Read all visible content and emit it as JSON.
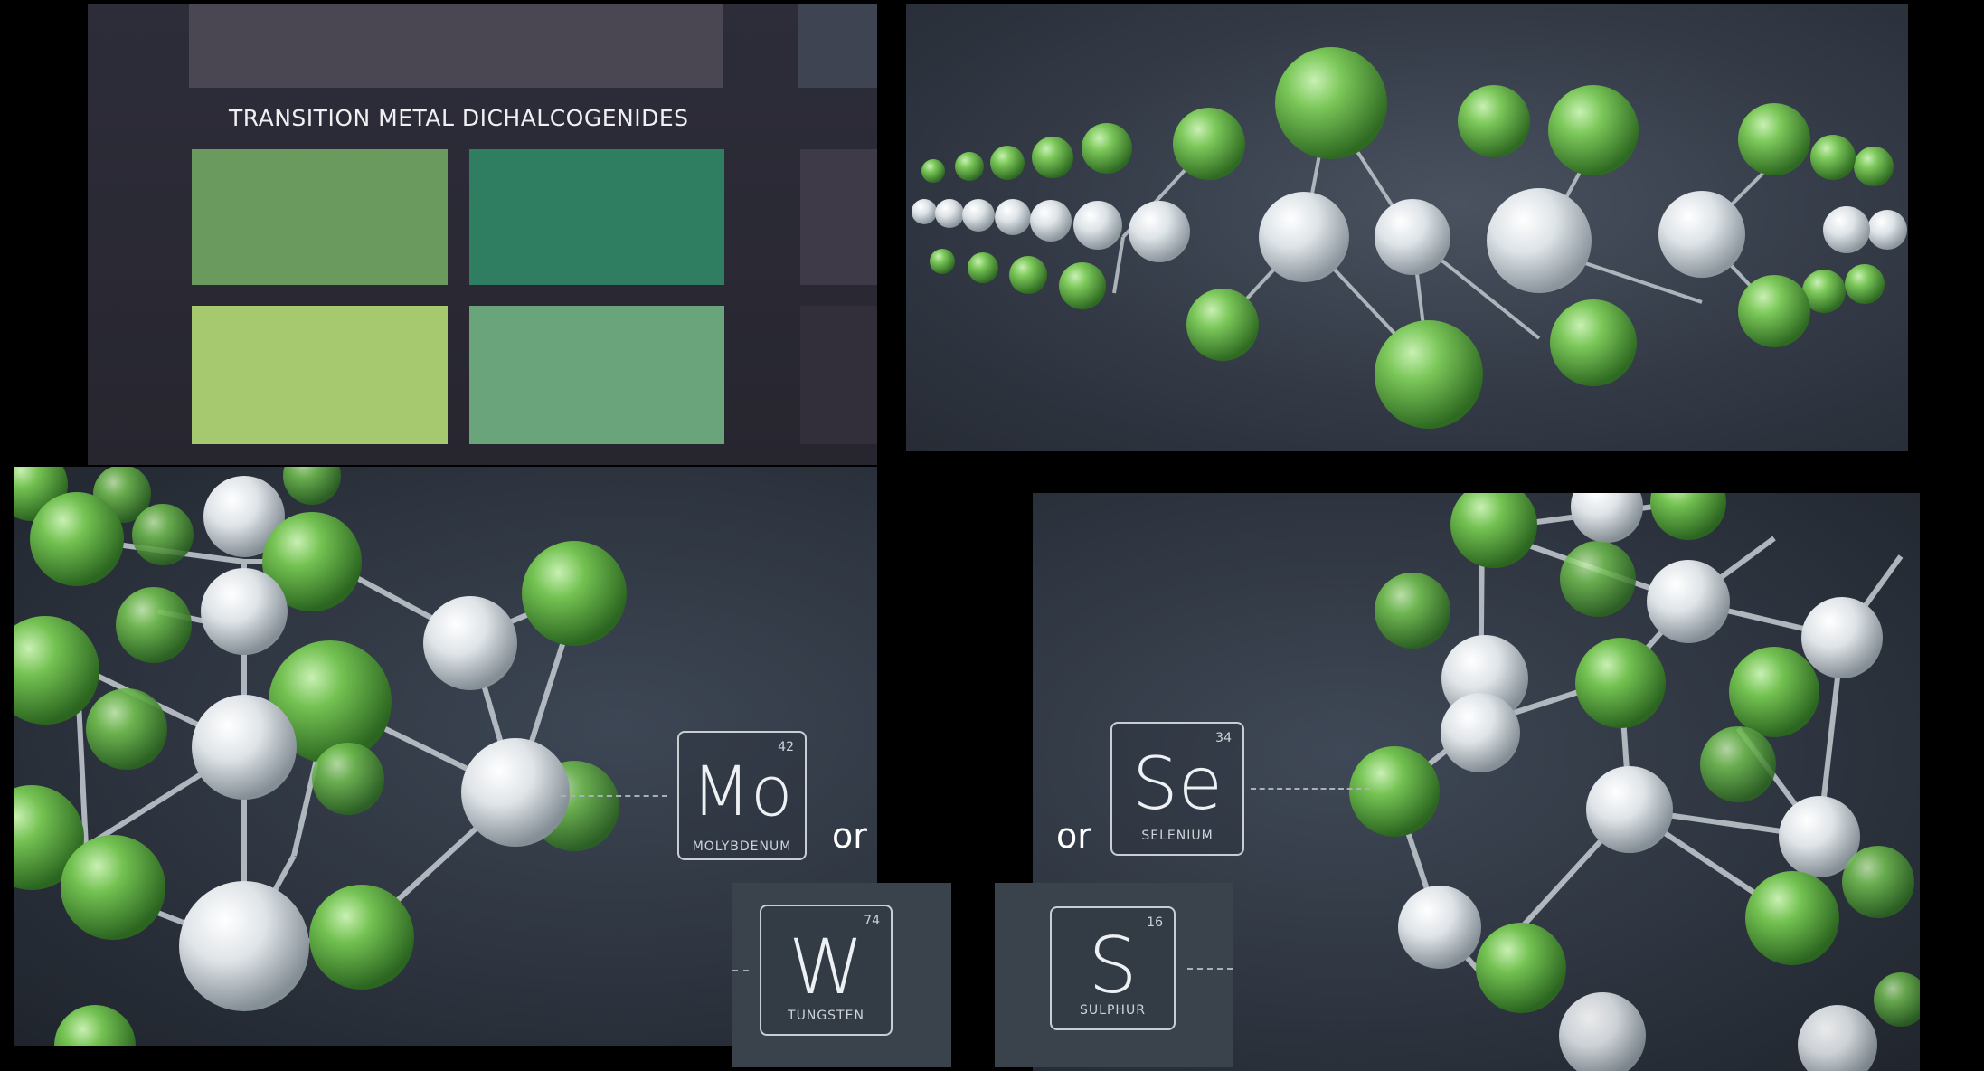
{
  "tmd_panel": {
    "heading": "TRANSITION METAL DICHALCOGENIDES",
    "tile_colors": [
      "#6b9a5e",
      "#2f7e62",
      "#a6c96f",
      "#69a47a"
    ]
  },
  "elements": {
    "molybdenum": {
      "symbol": "Mo",
      "number": "42",
      "name": "MOLYBDENUM"
    },
    "tungsten": {
      "symbol": "W",
      "number": "74",
      "name": "TUNGSTEN"
    },
    "selenium": {
      "symbol": "Se",
      "number": "34",
      "name": "SELENIUM"
    },
    "sulphur": {
      "symbol": "S",
      "number": "16",
      "name": "SULPHUR"
    }
  },
  "connectors": {
    "or_left": "or",
    "or_right": "or"
  },
  "colors": {
    "atom_green": "#6cbf4e",
    "atom_white": "#dfe3e6",
    "panel_bg": "#2a303b"
  }
}
